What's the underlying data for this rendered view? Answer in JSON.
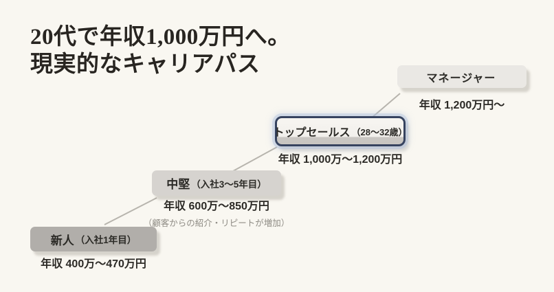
{
  "slide": {
    "title_lines": [
      "20代で年収1,000万円へ。",
      "現実的なキャリアパス"
    ],
    "background_color": "#f9f7f1",
    "title_color": "#282521"
  },
  "steps": [
    {
      "label": "新人",
      "label_sub": "（入社1年目）",
      "salary": "年収 400万〜470万円",
      "note": "",
      "box_color": "#b1aeaa",
      "highlighted": false
    },
    {
      "label": "中堅",
      "label_sub": "（入社3〜5年目）",
      "salary": "年収 600万〜850万円",
      "note": "（顧客からの紹介・リピートが増加）",
      "box_color": "#d6d3cf",
      "highlighted": false
    },
    {
      "label": "トップセールス",
      "label_sub": "（28〜32歳）",
      "salary": "年収 1,000万〜1,200万円",
      "note": "",
      "box_color": "#f2f0ec",
      "border_color": "#36435f",
      "glow_color": "#b0c0de",
      "highlighted": true
    },
    {
      "label": "マネージャー",
      "label_sub": "",
      "salary": "年収 1,200万円〜",
      "note": "",
      "box_color": "#eae8e4",
      "highlighted": false
    }
  ],
  "colors": {
    "connector_line": "#b7b4ad",
    "box_text": "#2b2a26",
    "salary_text": "#2c2a26",
    "note_text": "#8f8c85"
  }
}
